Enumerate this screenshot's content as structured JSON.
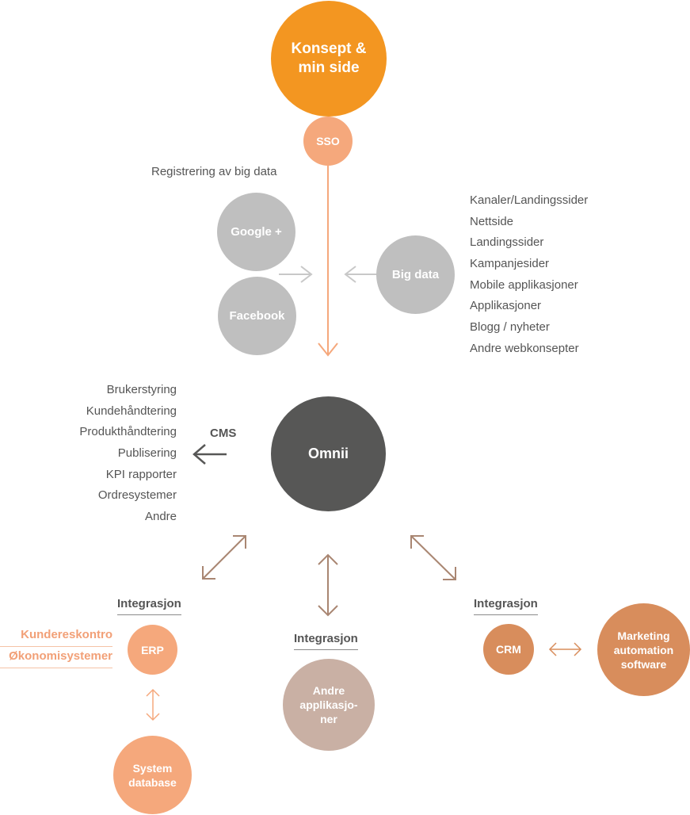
{
  "nodes": {
    "konsept": "Konsept &\nmin side",
    "sso": "SSO",
    "google": "Google +",
    "facebook": "Facebook",
    "bigdata": "Big data",
    "omnii": "Omnii",
    "erp": "ERP",
    "system_database": "System\ndatabase",
    "andre_applikasjoner": "Andre\napplikasjo-\nner",
    "crm": "CRM",
    "marketing": "Marketing\nautomation\nsoftware"
  },
  "labels": {
    "registrering": "Registrering av big data",
    "cms": "CMS",
    "integrasjon_left": "Integrasjon",
    "integrasjon_center": "Integrasjon",
    "integrasjon_right": "Integrasjon"
  },
  "channels": [
    "Kanaler/Landingssider",
    "Nettside",
    "Landingssider",
    "Kampanjesider",
    "Mobile applikasjoner",
    "Applikasjoner",
    "Blogg / nyheter",
    "Andre webkonsepter"
  ],
  "cms_items": [
    "Brukerstyring",
    "Kundehåndtering",
    "Produkthåndtering",
    "Publisering",
    "KPI rapporter",
    "Ordresystemer",
    "Andre"
  ],
  "erp_items": [
    "Kundereskontro",
    "Økonomisystemer"
  ],
  "colors": {
    "orange": "#f39621",
    "light_orange": "#f5a87c",
    "gray": "#bfbfbf",
    "dark": "#575756",
    "taupe": "#c9b0a4",
    "terracotta": "#d88d5c",
    "brown_arrow": "#a98672"
  }
}
